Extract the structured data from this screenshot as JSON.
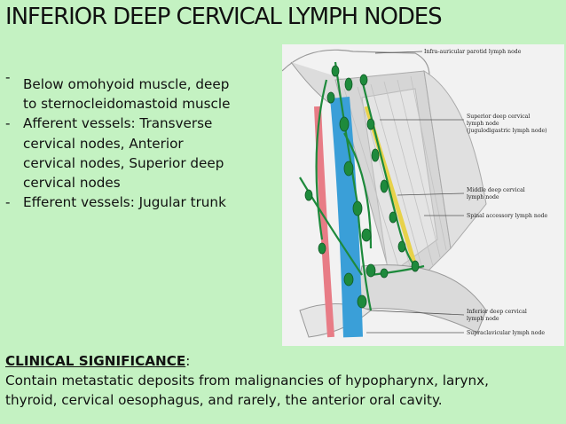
{
  "slide": {
    "title": "INFERIOR DEEP CERVICAL LYMPH NODES",
    "bullets": [
      {
        "marker": "-",
        "text_line1": "Below omohyoid muscle, deep",
        "text_line2": "to sternocleidomastoid muscle"
      },
      {
        "marker": "-",
        "text_line1": "Afferent vessels: Transverse",
        "text_line2": "cervical nodes, Anterior",
        "text_line3": "cervical nodes, Superior deep",
        "text_line4": "cervical nodes"
      },
      {
        "marker": "-",
        "text_line1": "Efferent vessels: Jugular trunk"
      }
    ],
    "clinical": {
      "heading": "CLINICAL SIGNIFICANCE",
      "colon": ":",
      "line1": "Contain metastatic deposits from malignancies of hypopharynx, larynx,",
      "line2": "thyroid, cervical oesophagus, and rarely, the anterior oral cavity."
    }
  },
  "figure": {
    "labels": {
      "infra_auricular": "Infra-auricular parotid lymph node",
      "superior_l1": "Superior deep cervical",
      "superior_l2": "lymph node",
      "superior_l3": "(jugulodigastric lymph node)",
      "middle_l1": "Middle deep cervical",
      "middle_l2": "lymph node",
      "spinal": "Spinal accessory lymph node",
      "inferior_l1": "Inferior deep cervical",
      "inferior_l2": "lymph node",
      "supraclavicular": "Supraclavicular lymph node"
    },
    "colors": {
      "node": "#1e8a3c",
      "vessel": "#3a9fd8",
      "artery": "#e87c86",
      "nerve": "#e8d24a"
    }
  }
}
